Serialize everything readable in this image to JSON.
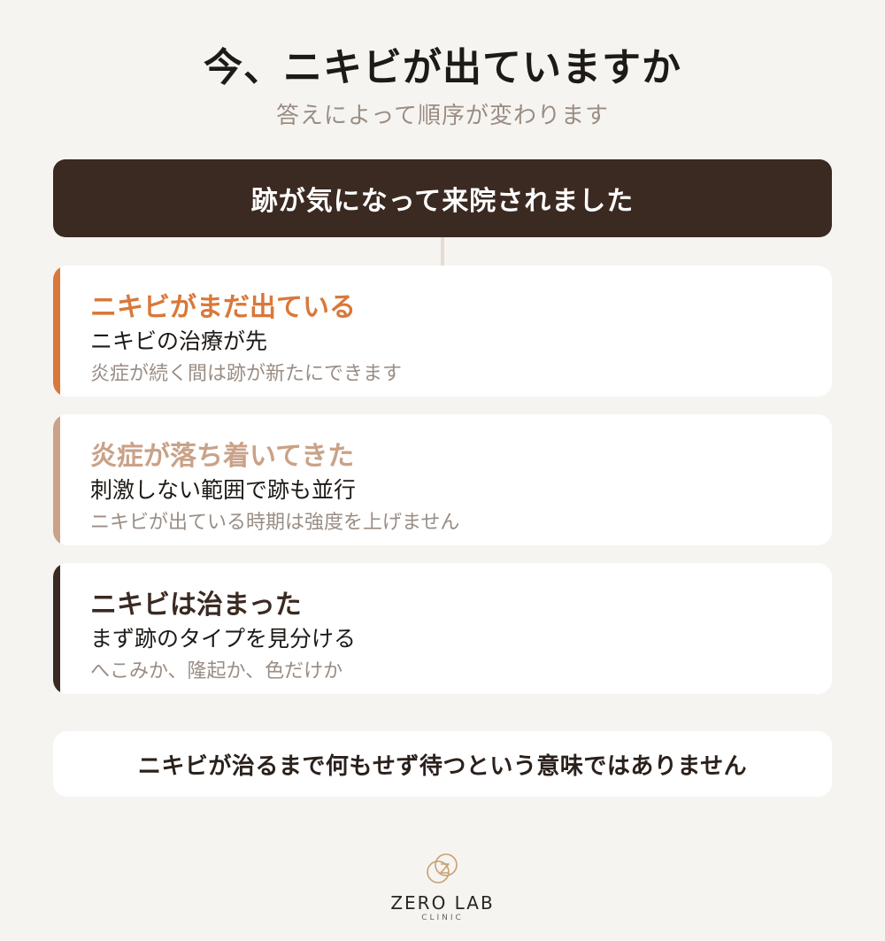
{
  "header": {
    "title": "今、ニキビが出ていますか",
    "subtitle": "答えによって順序が変わります"
  },
  "banner": {
    "label": "跡が気になって来院されました"
  },
  "cards": [
    {
      "heading": "ニキビがまだ出ている",
      "main": "ニキビの治療が先",
      "note": "炎症が続く間は跡が新たにできます",
      "accent": "#d9783a"
    },
    {
      "heading": "炎症が落ち着いてきた",
      "main": "刺激しない範囲で跡も並行",
      "note": "ニキビが出ている時期は強度を上げません",
      "accent": "#c9a288"
    },
    {
      "heading": "ニキビは治まった",
      "main": "まず跡のタイプを見分ける",
      "note": "へこみか、隆起か、色だけか",
      "accent": "#3b2a22"
    }
  ],
  "footer_note": {
    "text": "ニキビが治るまで何もせず待つという意味ではありません"
  },
  "logo": {
    "name": "ZERO LAB",
    "sub": "CLINIC",
    "icon": "zero-lab-logo-mark",
    "color": "#c9a070"
  }
}
